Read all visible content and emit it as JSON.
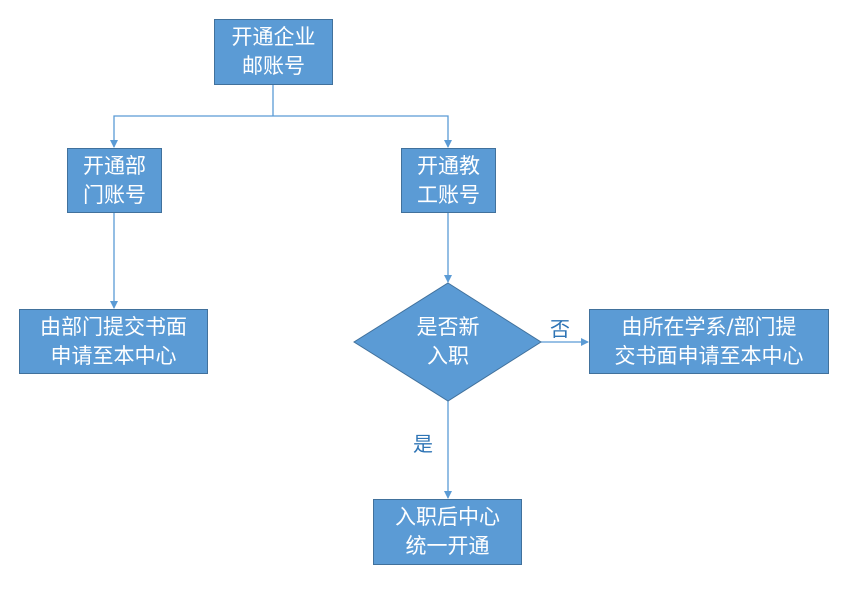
{
  "colors": {
    "node_fill": "#5b9bd5",
    "node_border": "#41719c",
    "edge": "#5b9bd5",
    "edge_label": "#2e74b5"
  },
  "nodes": {
    "enterprise_mail": {
      "line1": "开通企业",
      "line2": "邮账号"
    },
    "dept_account": {
      "line1": "开通部",
      "line2": "门账号"
    },
    "staff_account": {
      "line1": "开通教",
      "line2": "工账号"
    },
    "dept_apply": {
      "line1": "由部门提交书面",
      "line2": "申请至本中心"
    },
    "is_new_hire": {
      "line1": "是否新",
      "line2": "入职"
    },
    "school_apply": {
      "line1": "由所在学系/部门提",
      "line2": "交书面申请至本中心"
    },
    "center_open": {
      "line1": "入职后中心",
      "line2": "统一开通"
    }
  },
  "edge_labels": {
    "no": "否",
    "yes": "是"
  }
}
